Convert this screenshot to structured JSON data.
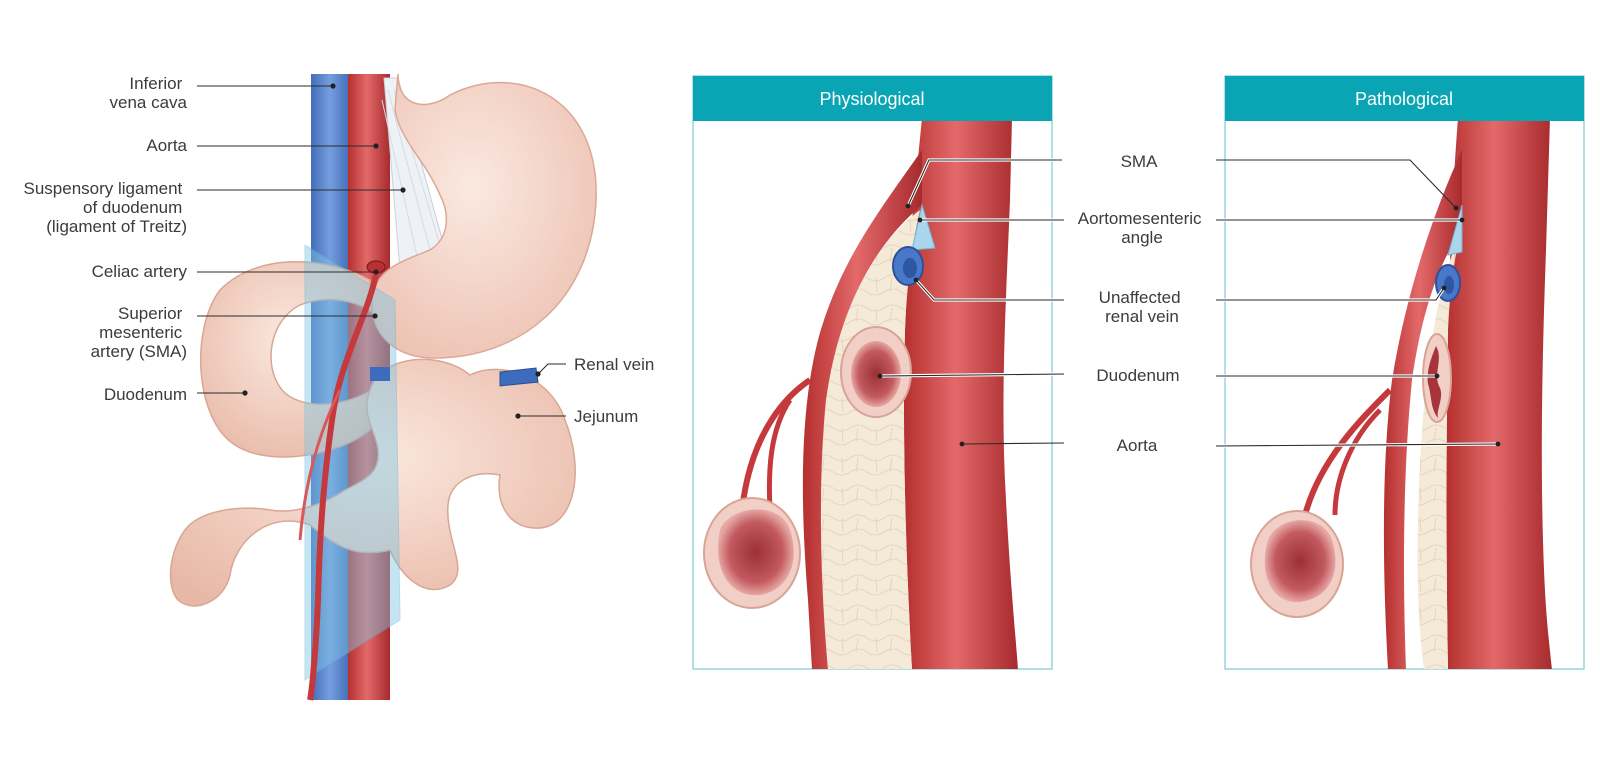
{
  "left_labels": {
    "ivc": [
      "Inferior",
      "vena cava"
    ],
    "aorta": "Aorta",
    "treitz": [
      "Suspensory ligament",
      "of duodenum",
      "(ligament of Treitz)"
    ],
    "celiac": "Celiac artery",
    "sma": [
      "Superior",
      "mesenteric",
      "artery (SMA)"
    ],
    "duodenum": "Duodenum",
    "renal_vein": "Renal vein",
    "jejunum": "Jejunum"
  },
  "panels": {
    "physiological": "Physiological",
    "pathological": "Pathological"
  },
  "center_labels": {
    "sma": "SMA",
    "angle": [
      "Aortomesenteric",
      "angle"
    ],
    "renal_vein": [
      "Unaffected",
      "renal vein"
    ],
    "duodenum": "Duodenum",
    "aorta": "Aorta"
  },
  "colors": {
    "teal": "#0aa5b5",
    "artery": "#c83b3e",
    "artery_light": "#e06365",
    "vein": "#4a78c8",
    "bowel": "#f6d9cc",
    "fat": "#f3ead6"
  }
}
